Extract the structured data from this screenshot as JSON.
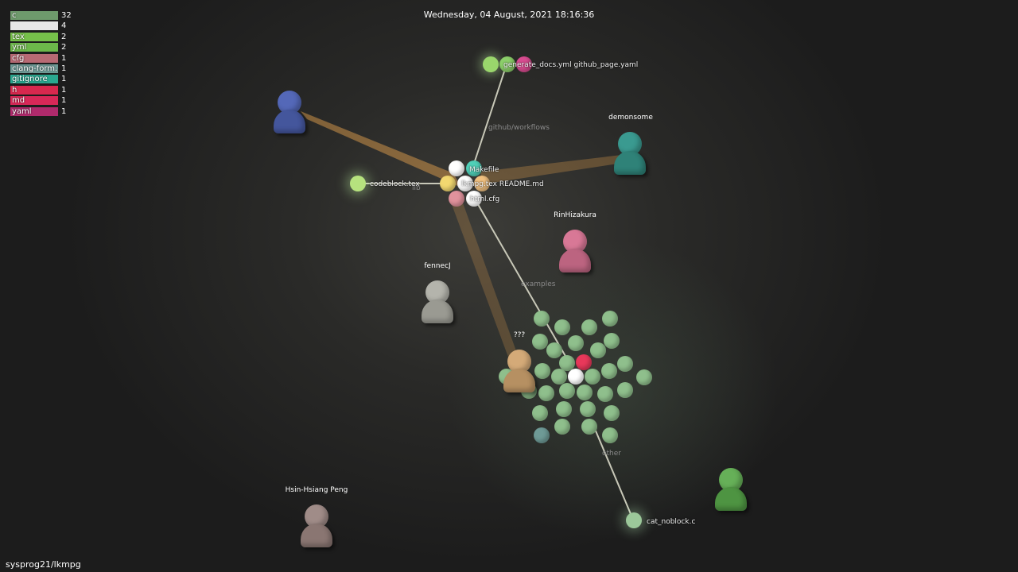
{
  "legend": [
    {
      "label": "c",
      "count": "32",
      "color": "#6e9a6c"
    },
    {
      "label": "",
      "count": "4",
      "color": "#e6e6e6"
    },
    {
      "label": "tex",
      "count": "2",
      "color": "#76c04a"
    },
    {
      "label": "yml",
      "count": "2",
      "color": "#6cb84a"
    },
    {
      "label": "cfg",
      "count": "1",
      "color": "#b86a74"
    },
    {
      "label": "clang-form...",
      "count": "1",
      "color": "#6e9a96"
    },
    {
      "label": "gitignore",
      "count": "1",
      "color": "#2aa890"
    },
    {
      "label": "h",
      "count": "1",
      "color": "#d8284e"
    },
    {
      "label": "md",
      "count": "1",
      "color": "#d82858"
    },
    {
      "label": "yaml",
      "count": "1",
      "color": "#b02a6c"
    }
  ],
  "clock": "Wednesday, 04 August, 2021 18:16:36",
  "repo": "sysprog21/lkmpg",
  "dir_labels": {
    "workflows": "github/workflows",
    "lib": "lib",
    "examples": "examples",
    "other": "other"
  },
  "file_labels": {
    "makefile": "Makefile",
    "center": "lkmpg.tex README.md",
    "cfg": "html.cfg",
    "codeblock": "codeblock.tex",
    "workflow": "generate_docs.yml github_page.yaml",
    "cat": "cat_noblock.c"
  },
  "users": {
    "demonsome": "demonsome",
    "rinhizakura": "RinHizakura",
    "fennecj": "fennecJ",
    "unicode_user": "???",
    "hsin": "Hsin-Hsiang Peng"
  },
  "colors": {
    "c": "#8fbf8c",
    "tex": "#9ad66c",
    "yml": "#8ccf6a",
    "cfg": "#e1929c",
    "h": "#e8385a",
    "yaml": "#d84c90",
    "beam": "#f0a850"
  }
}
